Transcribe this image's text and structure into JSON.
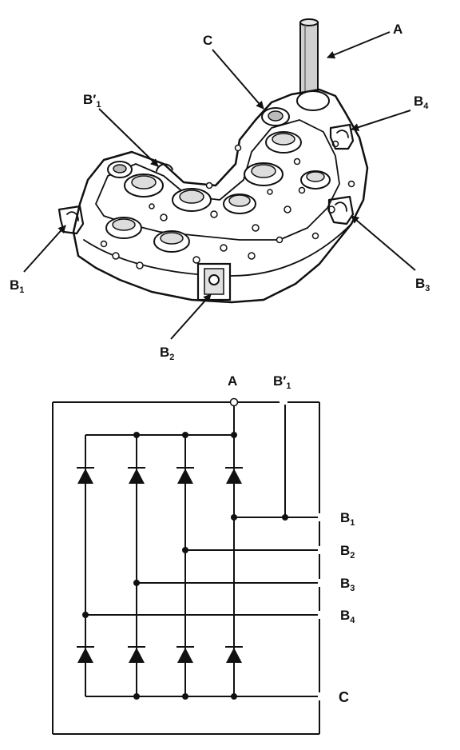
{
  "illustration": {
    "callouts": [
      {
        "id": "A",
        "main": "A",
        "sub": ""
      },
      {
        "id": "C",
        "main": "C",
        "sub": ""
      },
      {
        "id": "B1prime",
        "main": "B′",
        "sub": "1"
      },
      {
        "id": "B4",
        "main": "B",
        "sub": "4"
      },
      {
        "id": "B1",
        "main": "B",
        "sub": "1"
      },
      {
        "id": "B3",
        "main": "B",
        "sub": "3"
      },
      {
        "id": "B2",
        "main": "B",
        "sub": "2"
      }
    ]
  },
  "schematic": {
    "terminals": {
      "A": "A",
      "B1prime": {
        "main": "B′",
        "sub": "1"
      },
      "B1": {
        "main": "B",
        "sub": "1"
      },
      "B2": {
        "main": "B",
        "sub": "2"
      },
      "B3": {
        "main": "B",
        "sub": "3"
      },
      "B4": {
        "main": "B",
        "sub": "4"
      },
      "C": "C"
    },
    "diode_columns": 4,
    "diodes_per_column": 2
  }
}
